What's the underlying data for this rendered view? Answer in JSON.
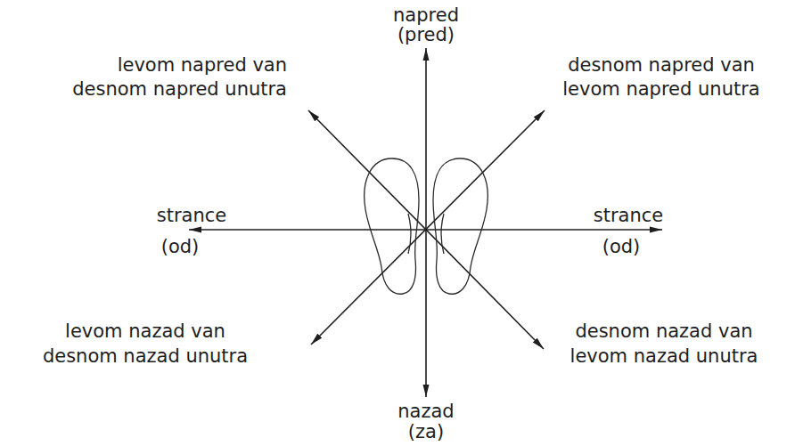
{
  "diagram": {
    "labels": [
      "napred",
      "(pred)",
      "levom napred van",
      "desnom napred unutra",
      "desnom napred van",
      "levom napred unutra",
      "strance",
      "(od)",
      "strance",
      "(od)",
      "levom nazad van",
      "desnom nazad unutra",
      "desnom nazad van",
      "levom nazad unutra",
      "nazad",
      "(za)"
    ]
  }
}
